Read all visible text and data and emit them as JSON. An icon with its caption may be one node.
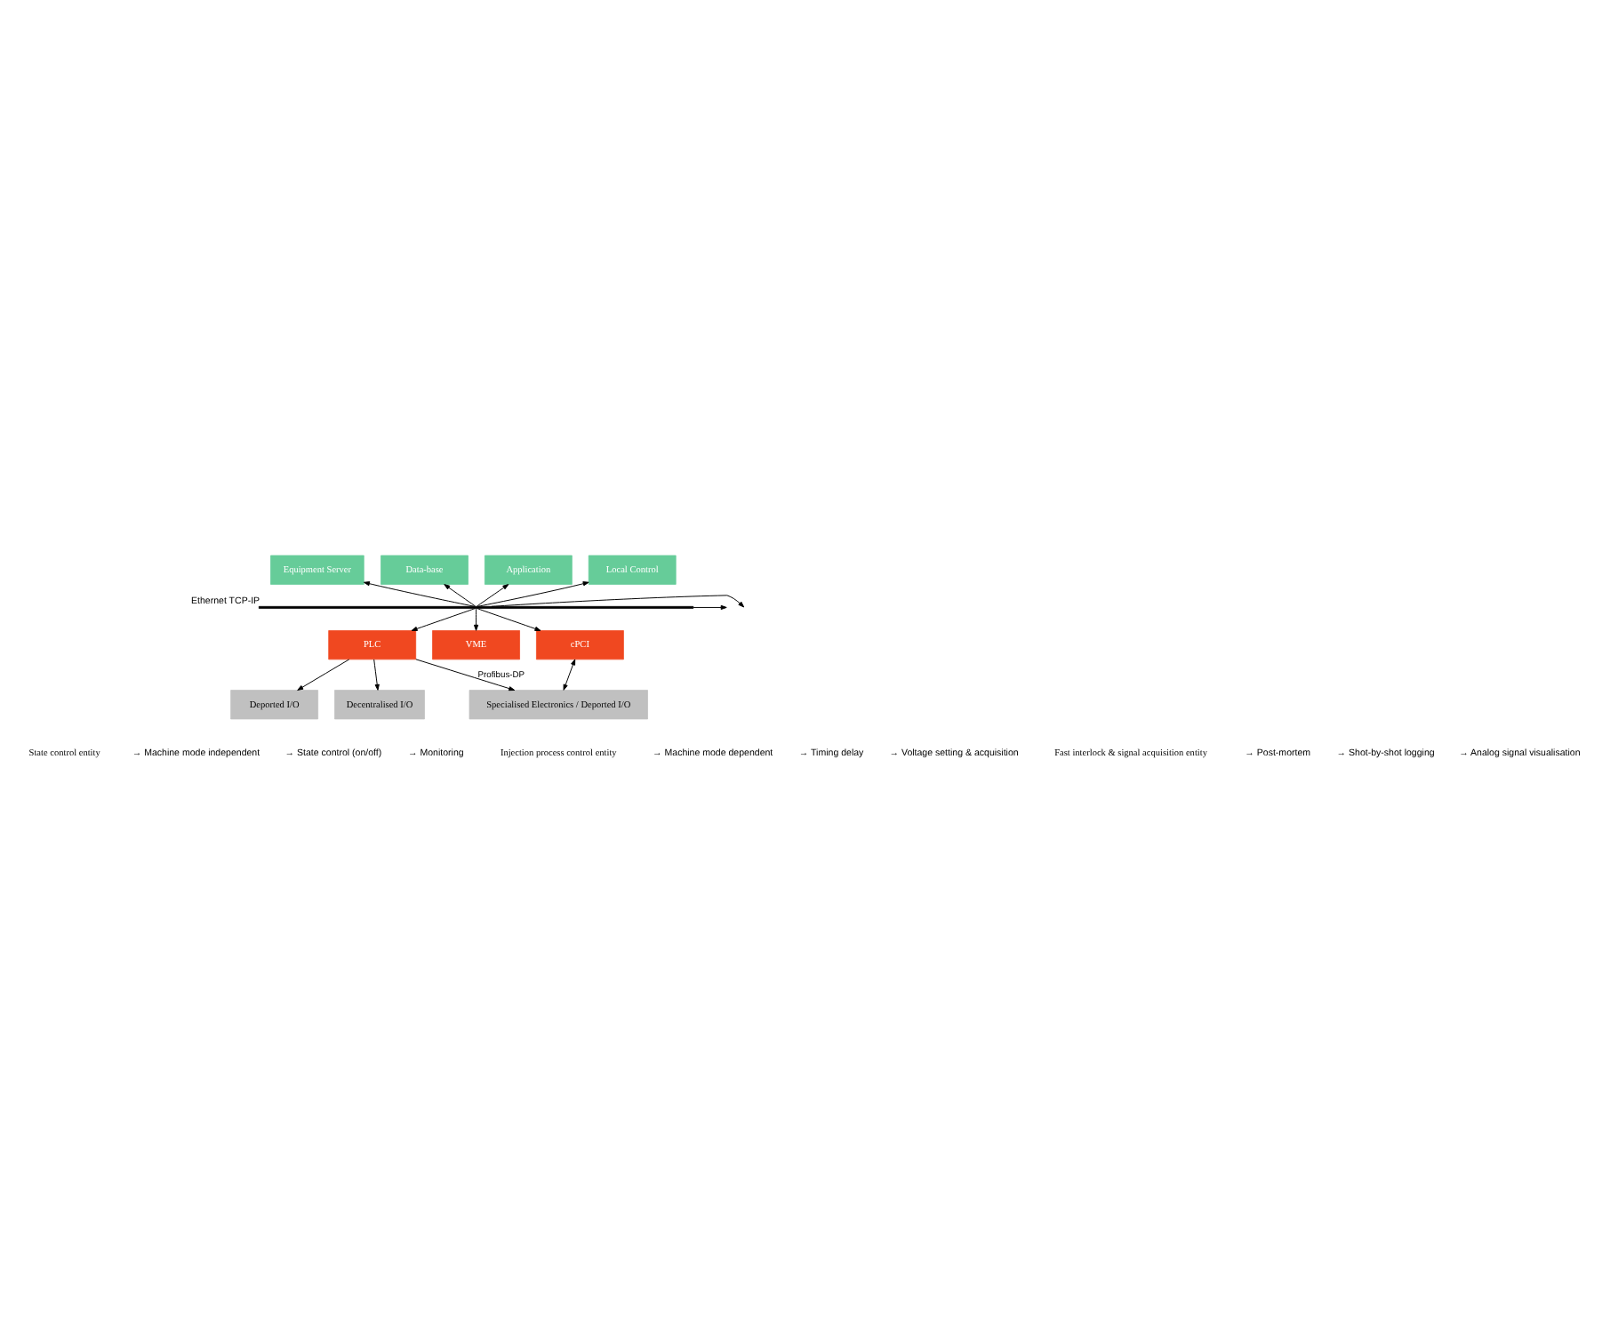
{
  "diagram": {
    "nodes": [
      {
        "text": [
          "Equipment Server"
        ]
      },
      {
        "text": [
          "Data-base"
        ]
      },
      {
        "text": [
          "Application"
        ]
      },
      {
        "text": [
          "Local Control"
        ]
      },
      {
        "text": [],
        "shape": "bar",
        "beside": [
          "Ethernet TCP-IP"
        ]
      },
      {
        "text": [
          "PLC"
        ]
      },
      {
        "text": [
          "VME"
        ]
      },
      {
        "text": [
          "cPCI"
        ]
      },
      {
        "text": [
          "Deported I/O"
        ]
      },
      {
        "text": [
          "Decentralised I/O"
        ]
      },
      {
        "text": [
          "Specialised Electronics / Deported I/O"
        ]
      }
    ],
    "edges": [
      {
        "from": 4,
        "to": null,
        "arrow": "to"
      },
      {
        "from": 4,
        "to": null,
        "arrow": "to"
      },
      {
        "from": 4,
        "to": 0,
        "arrow": "to"
      },
      {
        "from": 4,
        "to": 1,
        "arrow": "to"
      },
      {
        "from": 4,
        "to": 2,
        "arrow": "to"
      },
      {
        "from": 4,
        "to": 3,
        "arrow": "to"
      },
      {
        "from": 4,
        "to": 5,
        "arrow": "to"
      },
      {
        "from": 4,
        "to": 6,
        "arrow": "to"
      },
      {
        "from": 4,
        "to": 7,
        "arrow": "to"
      },
      {
        "from": 5,
        "to": 8,
        "arrow": "to"
      },
      {
        "from": 5,
        "to": 9,
        "arrow": "to"
      },
      {
        "from": 5,
        "to": 10,
        "label": "Profibus-DP",
        "arrow": "to"
      },
      {
        "from": 7,
        "to": 10,
        "arrow": "both"
      }
    ],
    "labels": [
      "State control entity",
      "→ Machine mode independent",
      "→ State control (on/off)",
      "→ Monitoring",
      "Injection process control entity",
      "→ Machine mode dependent",
      "→ Timing delay",
      "→ Voltage setting & acquisition",
      "Fast interlock & signal acquisition entity",
      "→ Post-mortem",
      "→ Shot-by-shot logging",
      "→ Analog signal visualisation"
    ]
  }
}
